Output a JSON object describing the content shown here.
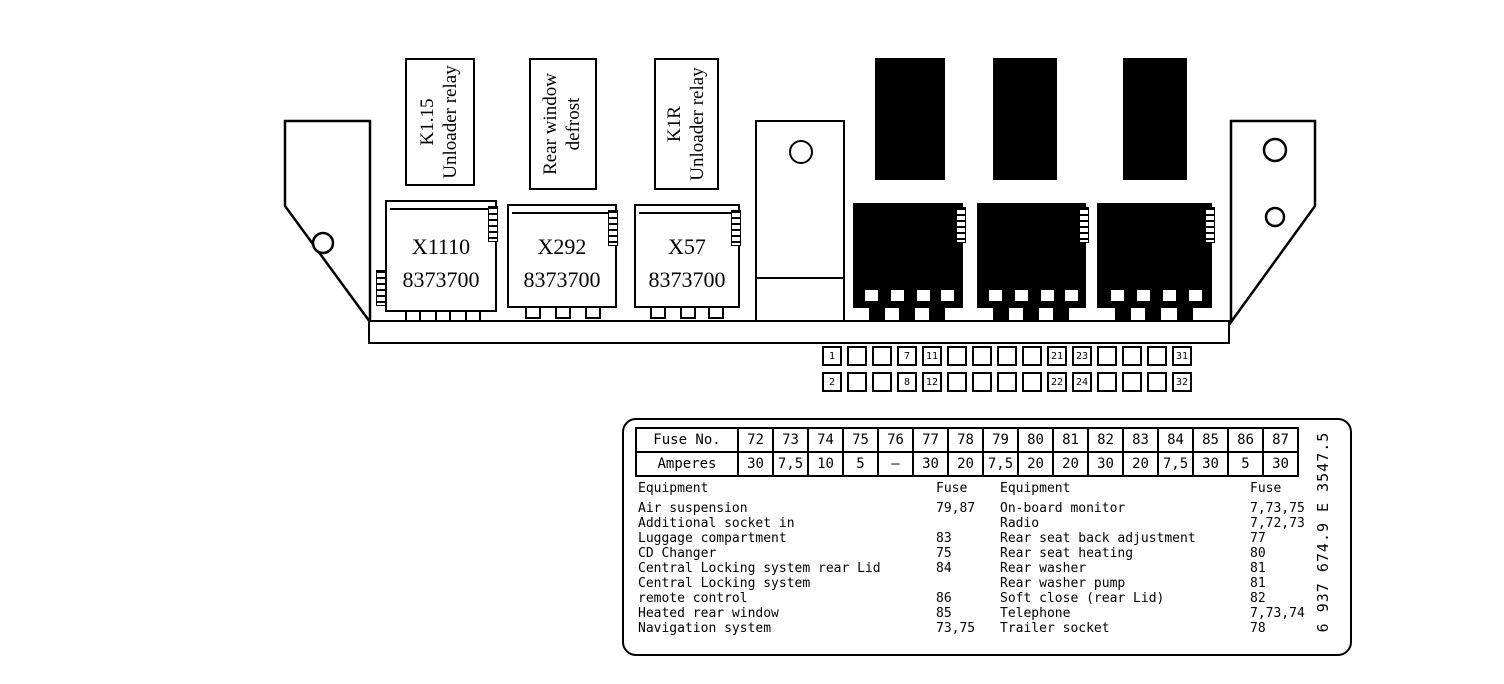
{
  "diagram": {
    "relay_labels": [
      {
        "line1": "K1.15",
        "line2": "Unloader relay"
      },
      {
        "line1": "Rear window",
        "line2": "defrost"
      },
      {
        "line1": "K1R",
        "line2": "Unloader relay"
      }
    ],
    "sockets": [
      {
        "code": "X1110",
        "part": "8373700"
      },
      {
        "code": "X292",
        "part": "8373700"
      },
      {
        "code": "X57",
        "part": "8373700"
      }
    ],
    "fuse_grid": {
      "rows": [
        [
          "1",
          "",
          "",
          "7",
          "11",
          "",
          "",
          "",
          "",
          "21",
          "23",
          "",
          "",
          "",
          "31"
        ],
        [
          "2",
          "",
          "",
          "8",
          "12",
          "",
          "",
          "",
          "",
          "22",
          "24",
          "",
          "",
          "",
          "32"
        ]
      ]
    }
  },
  "table": {
    "fuse_no_label": "Fuse No.",
    "amperes_label": "Amperes",
    "fuse_numbers": [
      "72",
      "73",
      "74",
      "75",
      "76",
      "77",
      "78",
      "79",
      "80",
      "81",
      "82",
      "83",
      "84",
      "85",
      "86",
      "87"
    ],
    "amperes": [
      "30",
      "7,5",
      "10",
      "5",
      "–",
      "30",
      "20",
      "7,5",
      "20",
      "20",
      "30",
      "20",
      "7,5",
      "30",
      "5",
      "30"
    ],
    "equipment_left": {
      "equipment_header": "Equipment",
      "fuse_header": "Fuse",
      "rows": [
        {
          "name": "Air suspension",
          "fuse": "79,87"
        },
        {
          "name": "Additional socket in",
          "fuse": ""
        },
        {
          "name": "Luggage compartment",
          "fuse": "83"
        },
        {
          "name": "CD Changer",
          "fuse": "75"
        },
        {
          "name": "Central Locking system rear Lid",
          "fuse": "84"
        },
        {
          "name": "Central Locking system",
          "fuse": ""
        },
        {
          "name": "remote control",
          "fuse": "86"
        },
        {
          "name": "Heated rear window",
          "fuse": "85"
        },
        {
          "name": "Navigation system",
          "fuse": "73,75"
        }
      ]
    },
    "equipment_right": {
      "equipment_header": "Equipment",
      "fuse_header": "Fuse",
      "rows": [
        {
          "name": "On-board monitor",
          "fuse": "7,73,75"
        },
        {
          "name": "Radio",
          "fuse": "7,72,73"
        },
        {
          "name": "Rear seat back adjustment",
          "fuse": "77"
        },
        {
          "name": "Rear seat heating",
          "fuse": "80"
        },
        {
          "name": "Rear washer",
          "fuse": "81"
        },
        {
          "name": "Rear washer pump",
          "fuse": "81"
        },
        {
          "name": "Soft close (rear Lid)",
          "fuse": "82"
        },
        {
          "name": "Telephone",
          "fuse": "7,73,74"
        },
        {
          "name": "Trailer socket",
          "fuse": "78"
        }
      ]
    },
    "part_number": "6 937 674.9  E 3547.5"
  }
}
